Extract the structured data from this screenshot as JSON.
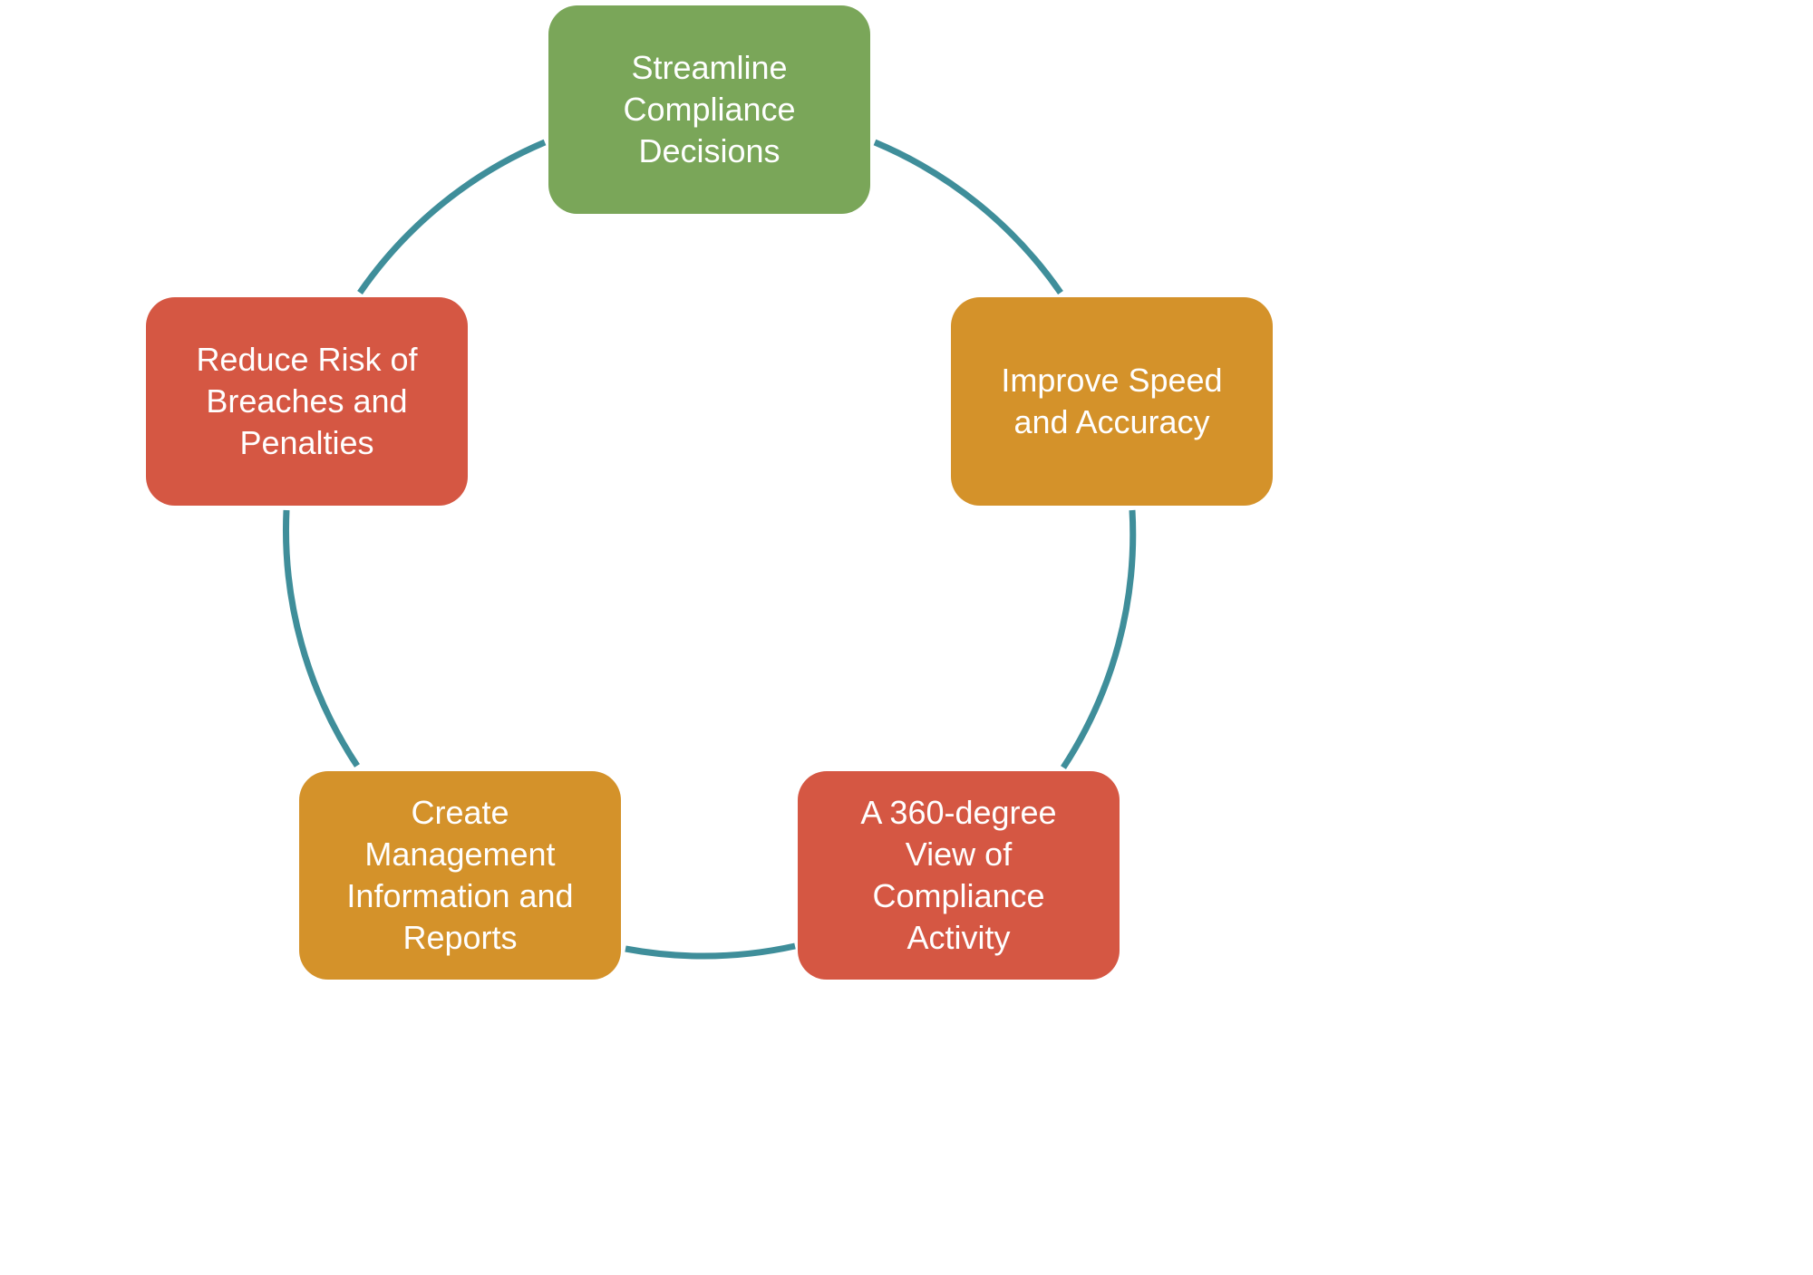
{
  "diagram": {
    "type": "cycle",
    "connector_color": "#3f8e9a",
    "nodes": [
      {
        "label": "Streamline\nCompliance\nDecisions",
        "color": "#7aa659"
      },
      {
        "label": "Improve Speed\nand Accuracy",
        "color": "#d4922a"
      },
      {
        "label": "A 360-degree\nView of\nCompliance\nActivity",
        "color": "#d55743"
      },
      {
        "label": "Create\nManagement\nInformation and\nReports",
        "color": "#d4922a"
      },
      {
        "label": "Reduce Risk of\nBreaches and\nPenalties",
        "color": "#d55743"
      }
    ]
  }
}
